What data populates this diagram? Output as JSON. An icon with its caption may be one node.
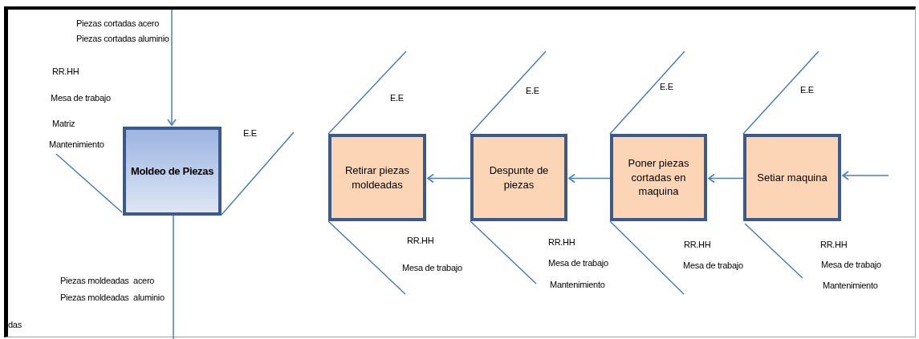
{
  "diagram": {
    "nodes": [
      {
        "text": [
          "Moldeo de Piezas"
        ],
        "beside": [
          "RR.HH",
          "Mesa de trabajo",
          "Matriz",
          "Mantenimiento",
          "E.E"
        ]
      },
      {
        "text": [
          "Retirar piezas moldeadas"
        ],
        "beside": [
          "E.E",
          "RR.HH",
          "Mesa de trabajo"
        ]
      },
      {
        "text": [
          "Despunte de piezas"
        ],
        "beside": [
          "RR.HH",
          "Mesa de trabajo",
          "Mantenimiento"
        ]
      },
      {
        "text": [
          "Poner piezas cortadas en maquina"
        ],
        "beside": [
          "RR.HH",
          "Mesa de trabajo"
        ]
      },
      {
        "text": [
          "Setiar maquina"
        ],
        "beside": [
          "RR.HH",
          "Mesa de trabajo",
          "Mantenimiento"
        ]
      }
    ],
    "edges": [
      {
        "from": null,
        "to": 0,
        "arrow": "to"
      },
      {
        "from": 0,
        "to": null,
        "arrow": "none"
      },
      {
        "from": 4,
        "to": 3,
        "arrow": "to"
      },
      {
        "from": 3,
        "to": 2,
        "arrow": "to"
      },
      {
        "from": 2,
        "to": 1,
        "arrow": "to"
      },
      {
        "from": null,
        "to": 4,
        "arrow": "to"
      }
    ],
    "labels": [
      "Piezas cortadas acero",
      "Piezas cortadas aluminio",
      "E.E",
      "E.E",
      "E.E",
      "Piezas moldeadas  acero",
      "Piezas moldeadas  aluminio",
      "das"
    ]
  }
}
